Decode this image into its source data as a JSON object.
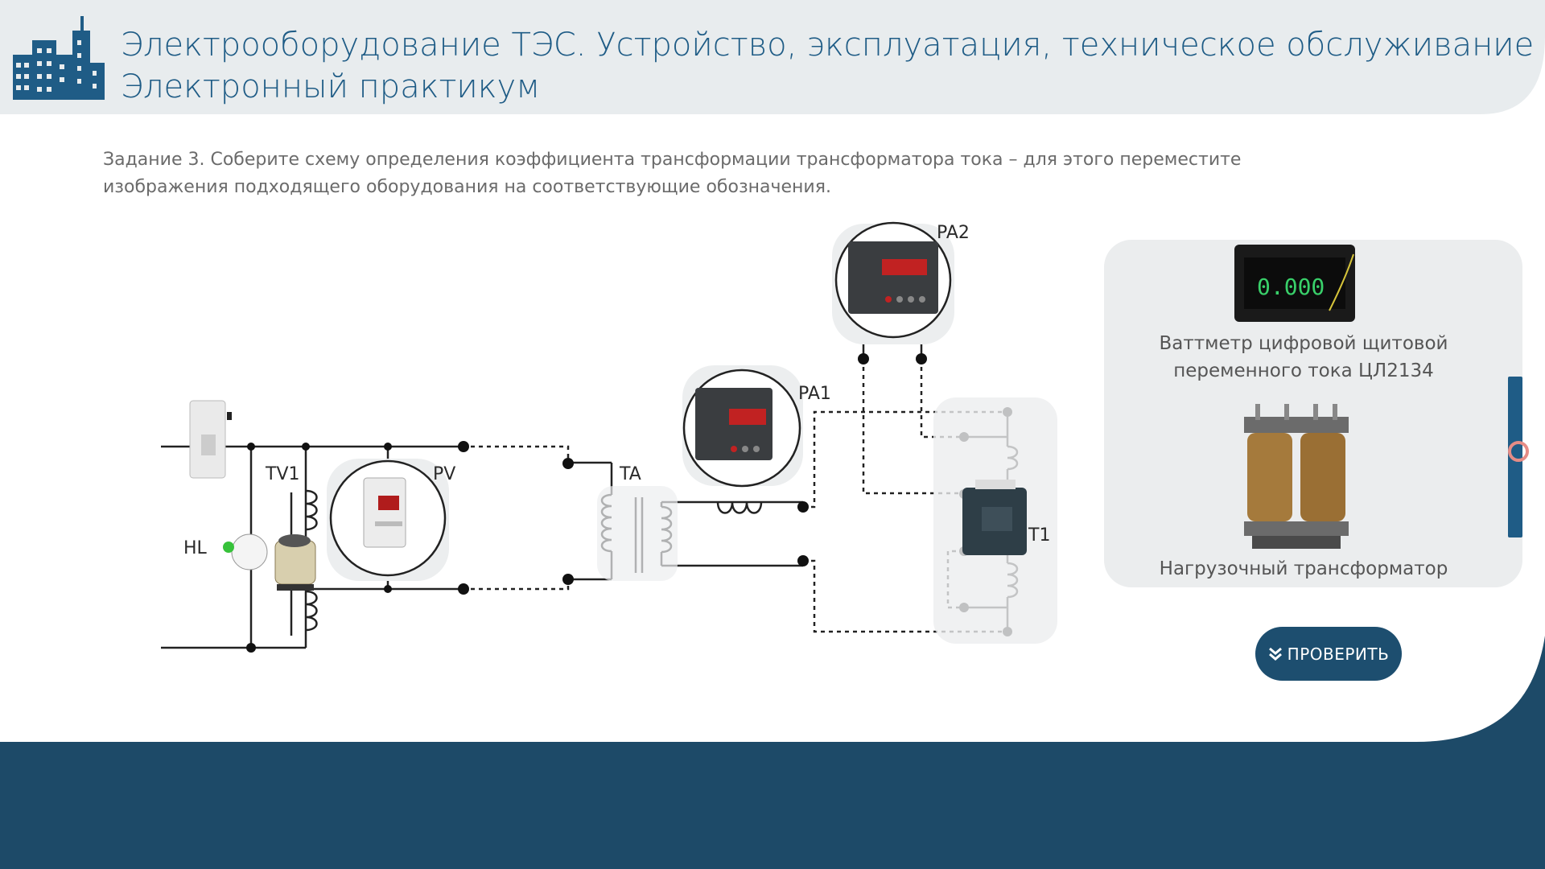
{
  "header": {
    "title_line1": "Электрооборудование ТЭС. Устройство, эксплуатация, техническое обслуживание",
    "title_line2": "Электронный практикум"
  },
  "task": {
    "text": "Задание 3. Соберите схему определения коэффициента трансформации трансформатора тока – для этого переместите изображения подходящего оборудования на соответствующие обозначения."
  },
  "scheme": {
    "labels": {
      "tv1": "TV1",
      "hl": "HL",
      "pv": "PV",
      "ta": "TA",
      "pa1": "PA1",
      "pa2": "PA2",
      "t1": "T1"
    }
  },
  "equipment_panel": {
    "items": [
      {
        "name": "Ваттметр цифровой щитовой переменного тока ЦЛ2134",
        "icon": "digital-wattmeter-icon",
        "display": "0.000"
      },
      {
        "name": "Нагрузочный трансформатор",
        "icon": "load-transformer-icon"
      }
    ]
  },
  "actions": {
    "check_label": "ПРОВЕРИТЬ"
  },
  "colors": {
    "accent": "#1f5c86",
    "button": "#1d4e6f",
    "footer": "#1d4a68",
    "header_bg": "#e8ecee",
    "panel_bg": "#ebedee"
  }
}
